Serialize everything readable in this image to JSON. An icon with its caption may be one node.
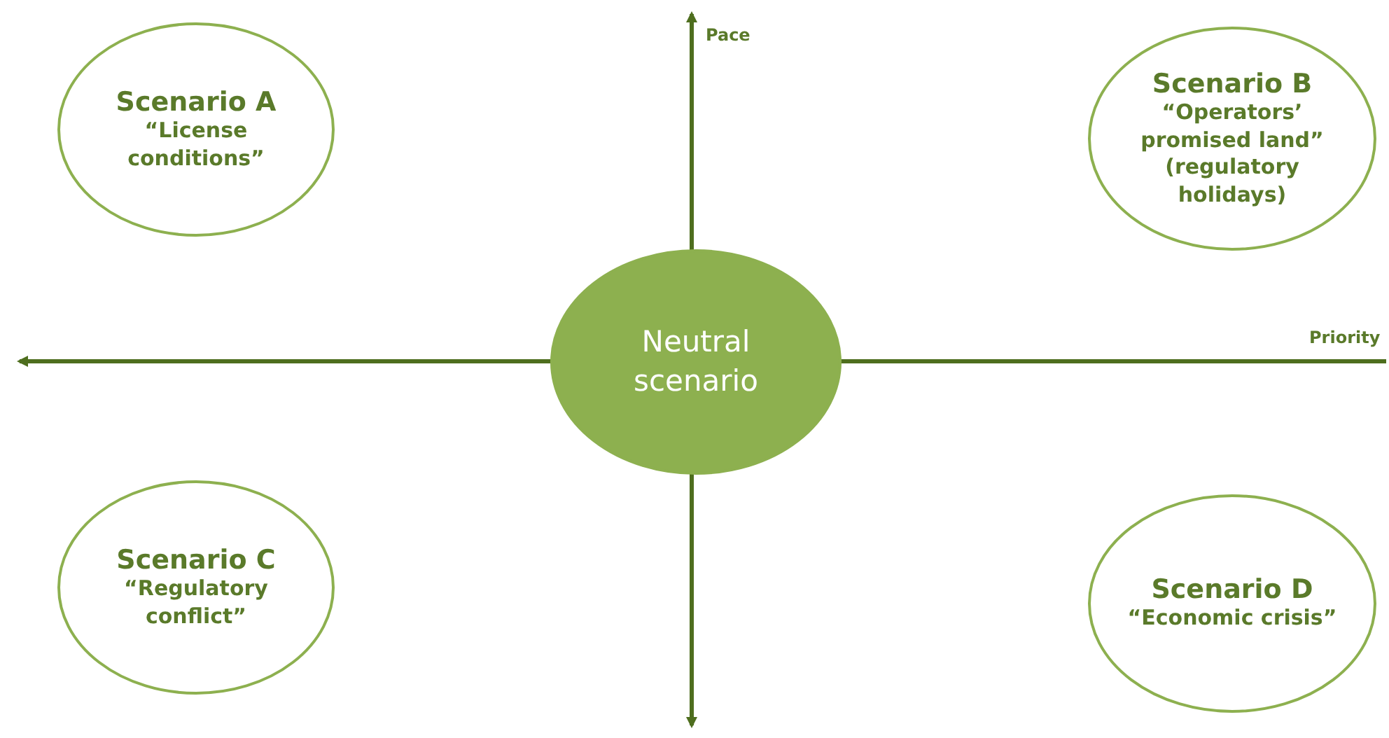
{
  "diagram": {
    "nodes": [
      {
        "text": [
          "Scenario A",
          "“License conditions”"
        ]
      },
      {
        "text": [
          "Scenario B",
          "“Operators’ promised land” (regulatory holidays)"
        ]
      },
      {
        "text": [
          "Neutral scenario"
        ]
      },
      {
        "text": [
          "Scenario C",
          "“Regulatory conflict”"
        ]
      },
      {
        "text": [
          "Scenario D",
          "“Economic crisis”"
        ]
      }
    ],
    "edges": [],
    "labels": [
      "Pace",
      "Priority"
    ]
  }
}
